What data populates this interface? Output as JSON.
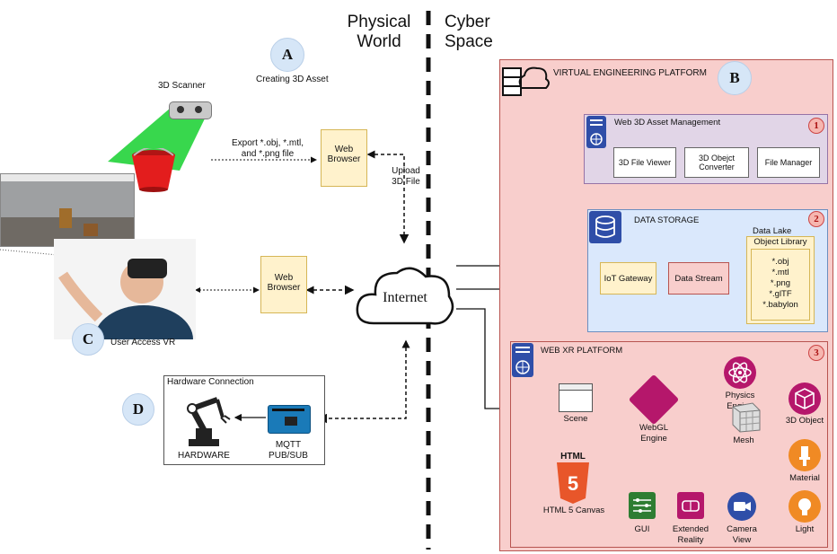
{
  "headers": {
    "physical": "Physical\nWorld",
    "physical_l1": "Physical",
    "physical_l2": "World",
    "cyber_l1": "Cyber",
    "cyber_l2": "Space"
  },
  "left": {
    "scanner_label": "3D Scanner",
    "creating_label": "Creating 3D Asset",
    "export_l1": "Export *.obj, *.mtl,",
    "export_l2": "and *.png file",
    "browser1_l1": "Web",
    "browser1_l2": "Browser",
    "upload_l1": "Upload",
    "upload_l2": "3D File",
    "browser2_l1": "Web",
    "browser2_l2": "Browser",
    "internet": "Internet",
    "user_access": "User Access VR",
    "hw_title": "Hardware Connection",
    "hardware": "HARDWARE",
    "mqtt_l1": "MQTT",
    "mqtt_l2": "PUB/SUB"
  },
  "markers": {
    "a": "A",
    "b": "B",
    "c": "C",
    "d": "D",
    "n1": "1",
    "n2": "2",
    "n3": "3"
  },
  "platform": {
    "title": "VIRTUAL ENGINEERING PLATFORM",
    "asset_mgmt": {
      "title": "Web 3D Asset Management",
      "viewer": "3D File Viewer",
      "converter_l1": "3D Obejct",
      "converter_l2": "Converter",
      "manager": "File Manager"
    },
    "storage": {
      "title": "DATA STORAGE",
      "lake": "Data Lake",
      "library": "Object Library",
      "formats": [
        "*.obj",
        "*.mtl",
        "*.png",
        "*.glTF",
        "*.babylon"
      ],
      "iot": "IoT Gateway",
      "stream": "Data Stream"
    },
    "webxr": {
      "title": "WEB XR PLATFORM",
      "scene": "Scene",
      "html5": "HTML 5 Canvas",
      "html_badge": "HTML",
      "webgl_l1": "WebGL",
      "webgl_l2": "Engine",
      "physics_l1": "Physics",
      "physics_l2": "Engine",
      "mesh": "Mesh",
      "object3d": "3D Object",
      "material": "Material",
      "gui": "GUI",
      "xr_l1": "Extended",
      "xr_l2": "Reality",
      "camera_l1": "Camera",
      "camera_l2": "View",
      "light": "Light"
    }
  },
  "colors": {
    "platform_bg": "#f8cecc",
    "asset_bg": "#e1d5e7",
    "storage_bg": "#dae8fc",
    "webxr_bg": "#f8cecc",
    "note_bg": "#fff2cc",
    "accent_blue": "#2f4ea8",
    "accent_magenta": "#b5176b",
    "accent_orange": "#e8562a",
    "accent_green": "#2e7d32"
  }
}
